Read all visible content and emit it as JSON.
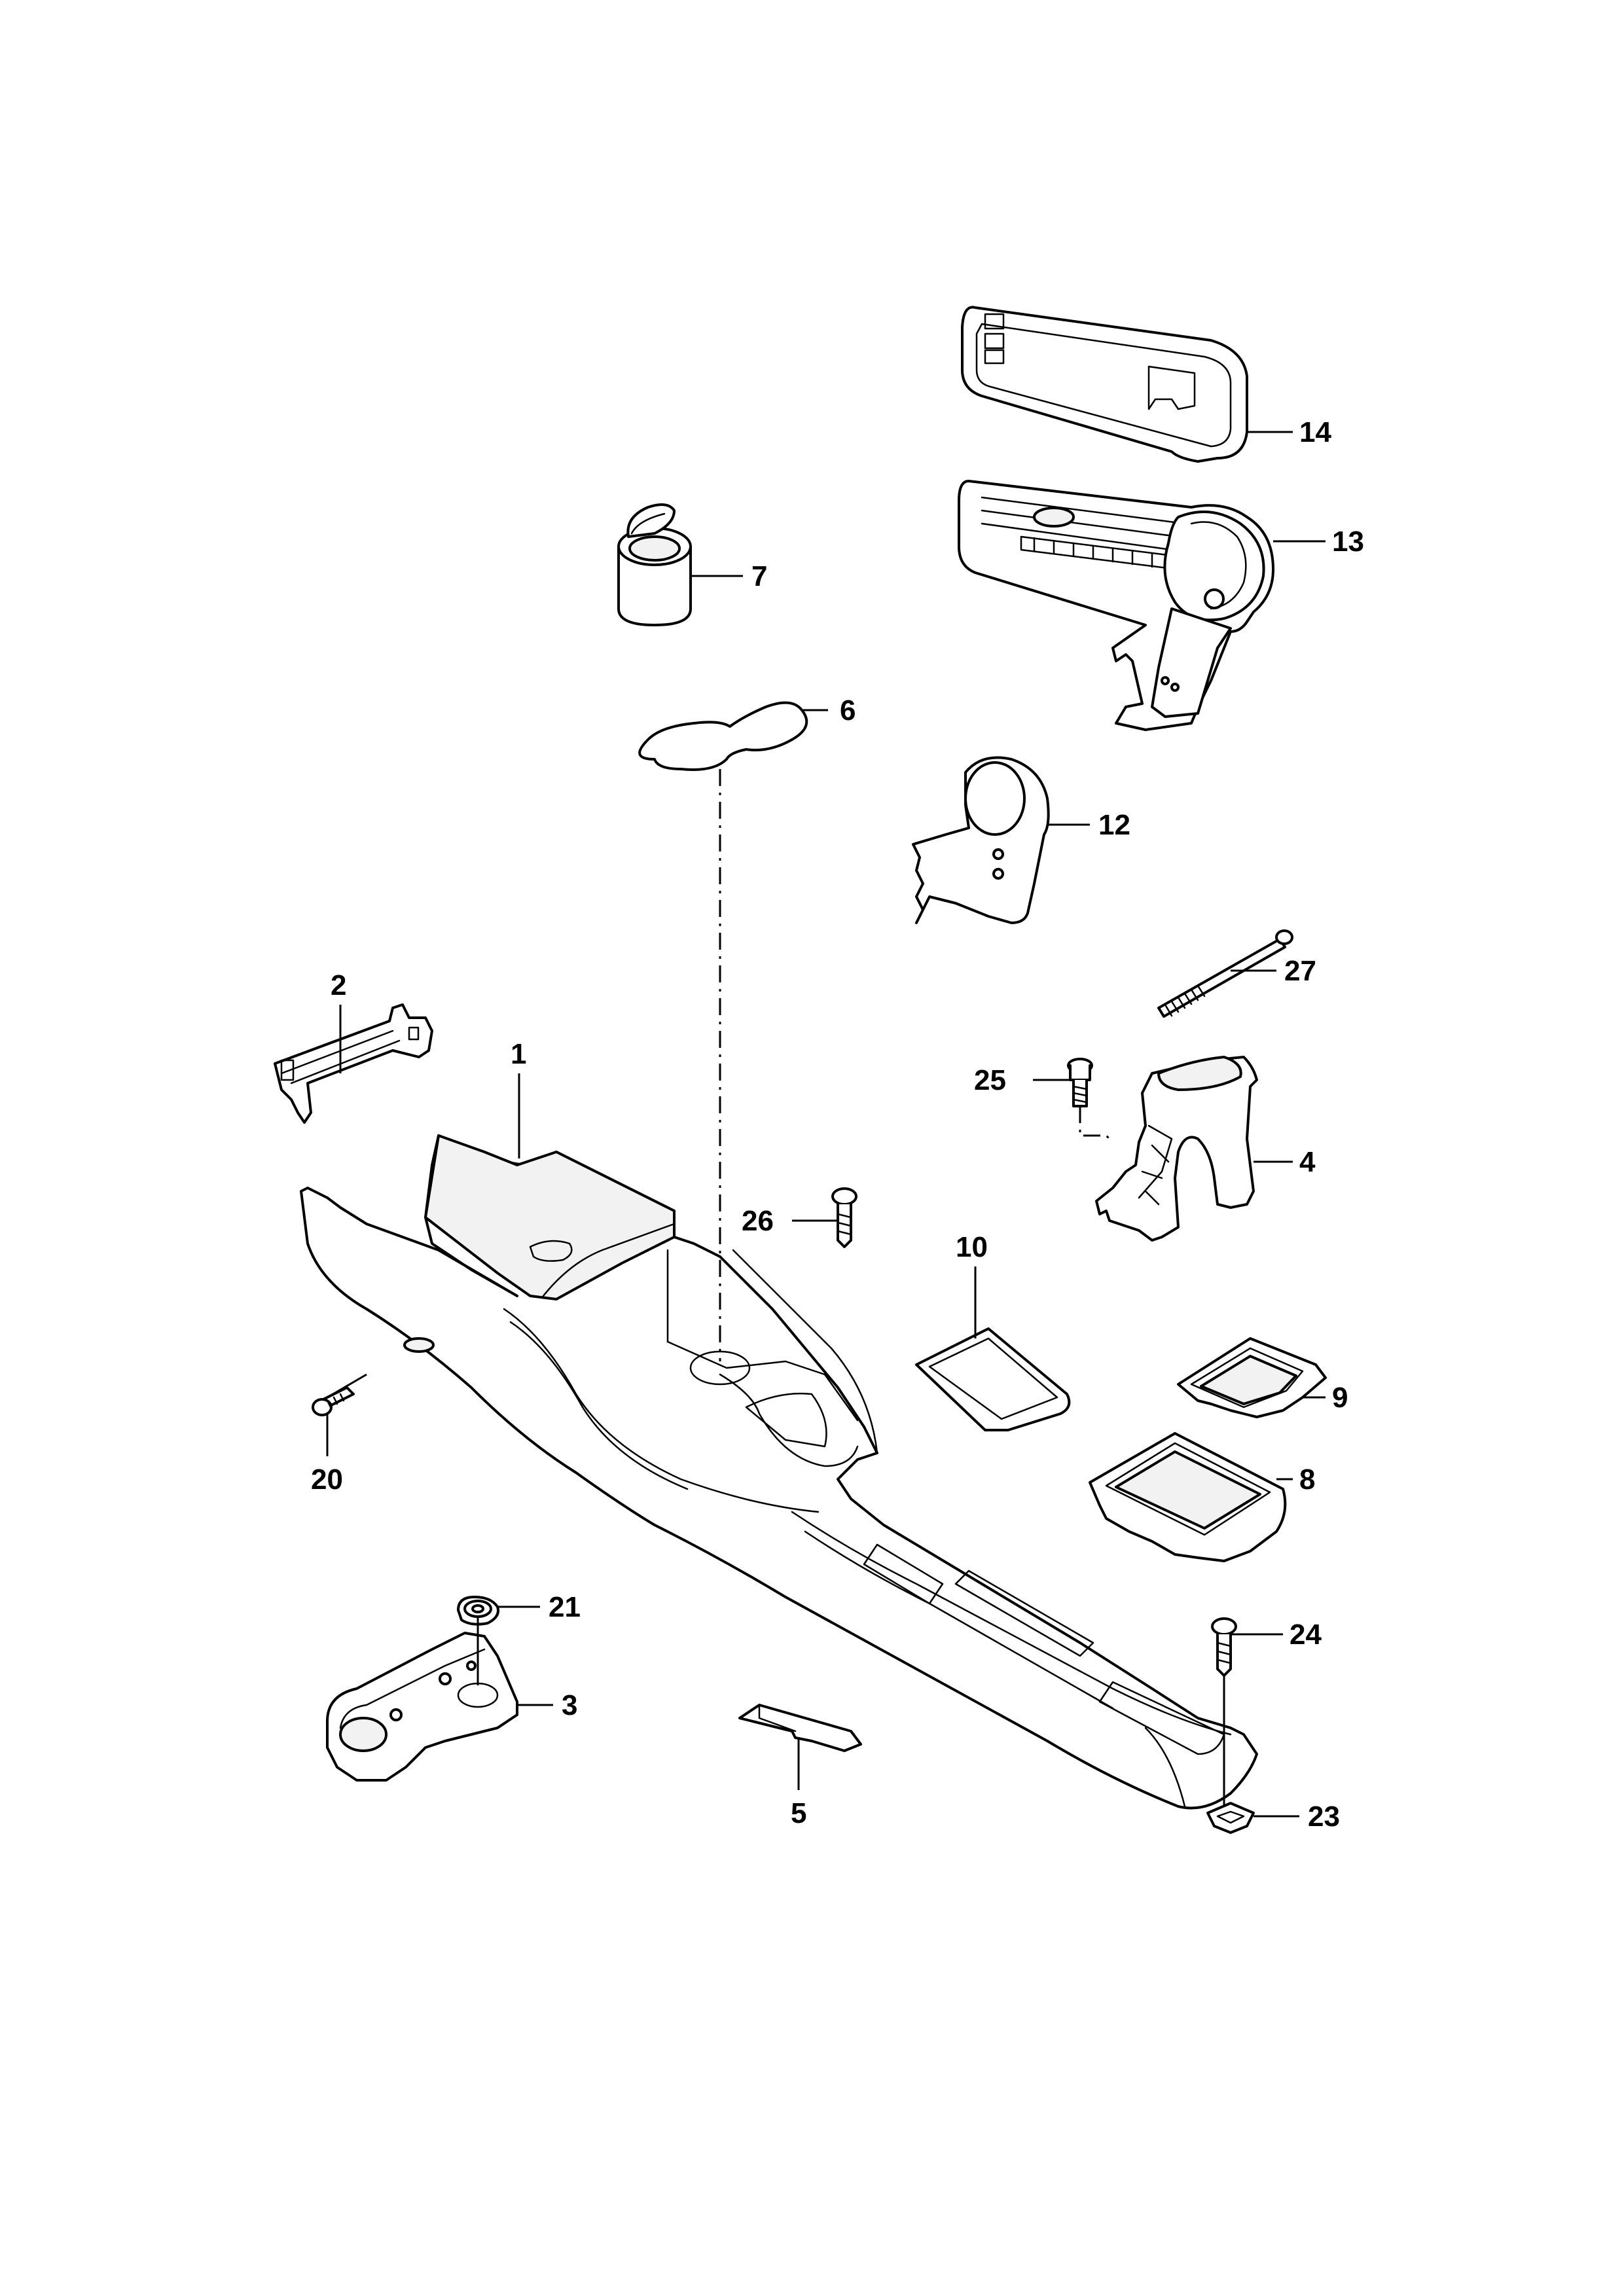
{
  "diagram": {
    "callouts": [
      {
        "id": "1",
        "label": "1"
      },
      {
        "id": "2",
        "label": "2"
      },
      {
        "id": "3",
        "label": "3"
      },
      {
        "id": "4",
        "label": "4"
      },
      {
        "id": "5",
        "label": "5"
      },
      {
        "id": "6",
        "label": "6"
      },
      {
        "id": "7",
        "label": "7"
      },
      {
        "id": "8",
        "label": "8"
      },
      {
        "id": "9",
        "label": "9"
      },
      {
        "id": "10",
        "label": "10"
      },
      {
        "id": "12",
        "label": "12"
      },
      {
        "id": "13",
        "label": "13"
      },
      {
        "id": "14",
        "label": "14"
      },
      {
        "id": "20",
        "label": "20"
      },
      {
        "id": "21",
        "label": "21"
      },
      {
        "id": "23",
        "label": "23"
      },
      {
        "id": "24",
        "label": "24"
      },
      {
        "id": "25",
        "label": "25"
      },
      {
        "id": "26",
        "label": "26"
      },
      {
        "id": "27",
        "label": "27"
      }
    ]
  }
}
